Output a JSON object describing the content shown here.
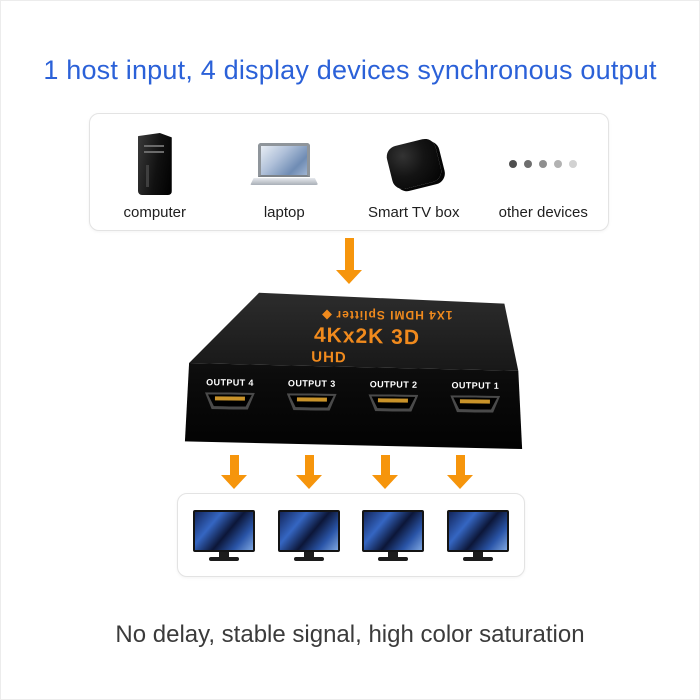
{
  "page": {
    "title": "1 host input, 4 display devices synchronous output",
    "footer": "No delay, stable signal, high color saturation",
    "colors": {
      "accent_orange": "#f6950c",
      "title_blue": "#2b61d8",
      "footer_gray": "#3b3b3b"
    }
  },
  "sources": {
    "items": [
      {
        "label": "computer",
        "icon": "desktop-tower-icon"
      },
      {
        "label": "laptop",
        "icon": "laptop-icon"
      },
      {
        "label": "Smart TV box",
        "icon": "tv-box-icon"
      },
      {
        "label": "other devices",
        "icon": "ellipsis-dots-icon"
      }
    ]
  },
  "splitter": {
    "brand_line": "1X4 HDMI Splitter",
    "model_line": "4Kx2K 3D",
    "uhd_label": "UHD",
    "outputs": [
      "OUTPUT 4",
      "OUTPUT 3",
      "OUTPUT 2",
      "OUTPUT 1"
    ]
  },
  "displays": {
    "count": 4,
    "icon": "monitor-icon"
  }
}
